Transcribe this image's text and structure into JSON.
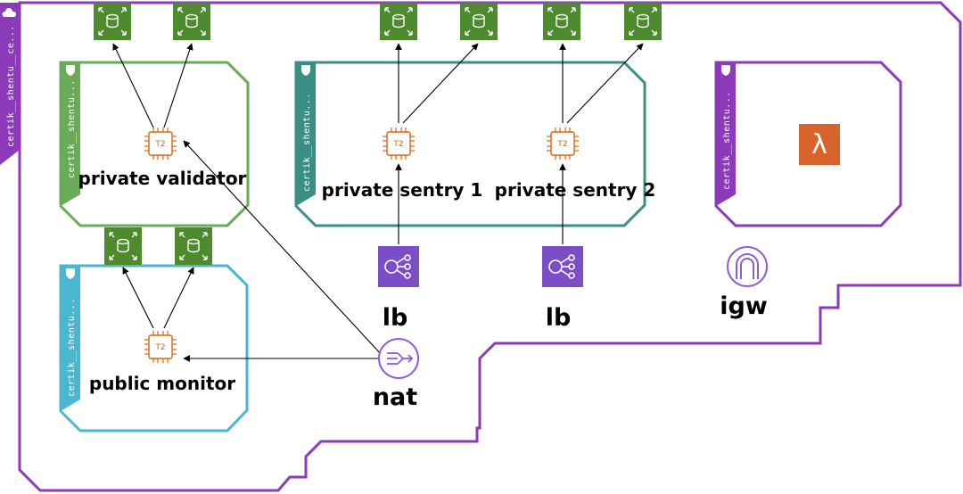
{
  "colors": {
    "vpc": "#8c3bb8",
    "subnet_green": "#6aab58",
    "subnet_teal": "#3a8f85",
    "subnet_blue": "#4ab6d0",
    "subnet_purple": "#8c3bb8",
    "volume": "#4e8a2e",
    "ec2": "#d86613",
    "lb": "#7b4ec8",
    "lambda": "#d8632c",
    "igw": "#8c5ed8",
    "nat": "#8c5ed8"
  },
  "vpc": {
    "label": "certik__shentu__ce..."
  },
  "subnets": {
    "validator": {
      "label": "certik__shentu..."
    },
    "sentry": {
      "label": "certik__shentu..."
    },
    "lambda": {
      "label": "certik__shentu..."
    },
    "monitor": {
      "label": "certik__shentu..."
    }
  },
  "instances": {
    "validator": {
      "chip": "T2",
      "label": "private validator"
    },
    "sentry1": {
      "chip": "T2",
      "label": "private sentry 1"
    },
    "sentry2": {
      "chip": "T2",
      "label": "private sentry 2"
    },
    "monitor": {
      "chip": "T2",
      "label": "public monitor"
    }
  },
  "lambda": {
    "symbol": "λ"
  },
  "load_balancers": {
    "lb1": {
      "label": "lb"
    },
    "lb2": {
      "label": "lb"
    }
  },
  "gateways": {
    "igw": {
      "label": "igw"
    },
    "nat": {
      "label": "nat"
    }
  },
  "icons": {
    "volume": "ebs-volume-icon",
    "instance": "ec2-t2-instance-icon",
    "lb": "elastic-load-balancer-icon",
    "lambda": "lambda-icon",
    "igw": "internet-gateway-icon",
    "nat": "nat-gateway-icon",
    "vpc": "cloud-icon",
    "subnet": "shield-icon"
  }
}
